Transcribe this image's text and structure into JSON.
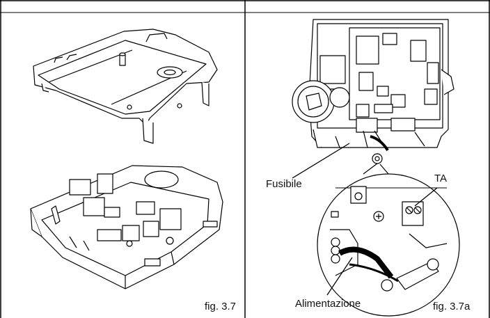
{
  "figures": {
    "left": {
      "caption": "fig. 3.7"
    },
    "right": {
      "caption": "fig. 3.7a",
      "labels": {
        "fuse": "Fusibile",
        "ta": "TA",
        "power": "Alimentazione"
      }
    }
  }
}
